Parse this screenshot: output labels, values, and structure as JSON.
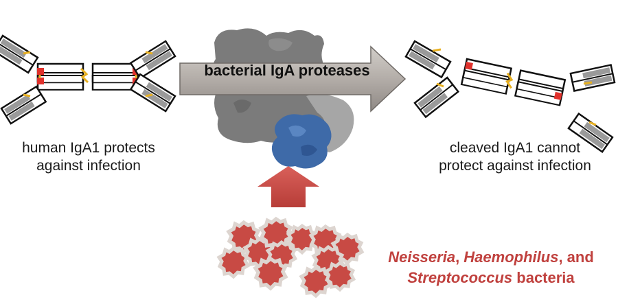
{
  "left_caption": {
    "line1": "human IgA1 protects",
    "line2": "against infection"
  },
  "right_caption": {
    "line1": "cleaved IgA1 cannot",
    "line2": "protect against infection"
  },
  "arrow": {
    "label": "bacterial IgA proteases"
  },
  "bacteria_label": {
    "genus1": "Neisseria",
    "sep1": ", ",
    "genus2": "Haemophilus",
    "sep2": ", and",
    "genus3": "Streptococcus",
    "suffix": " bacteria"
  },
  "colors": {
    "bacteria_red": "#c84a44",
    "label_red": "#c0413e",
    "protein_gray": "#7b7b7b",
    "protein_blue": "#3e6aa8",
    "arrow_gray": "#b9b4b0",
    "hinge_red": "#e0312c",
    "disulfide_yellow": "#e8b020"
  }
}
